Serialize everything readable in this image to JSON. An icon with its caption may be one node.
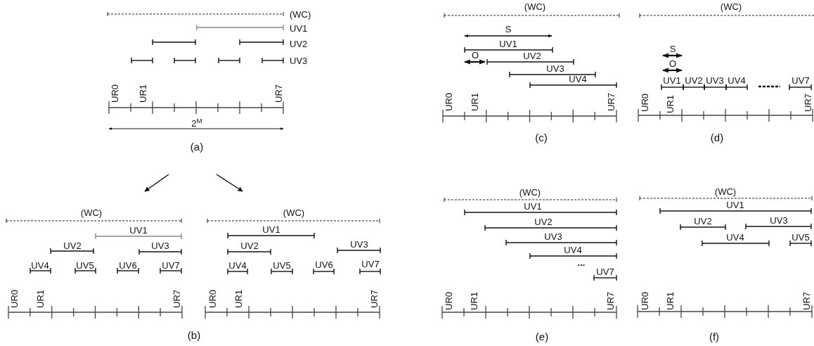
{
  "diagram": {
    "nodes": [
      {
        "text": [
          "(WC)",
          "UV1",
          "UV2",
          "UV3",
          "UR0",
          "UR1",
          "UR7",
          "2$^{M}$",
          "(a)"
        ]
      },
      {
        "text": [
          "(WC)",
          "UV1",
          "UV2",
          "UV3",
          "UV4",
          "UV5",
          "UV6",
          "UV7",
          "UR0",
          "UR1",
          "UR7"
        ]
      },
      {
        "text": [
          "(WC)",
          "UV1",
          "UV2",
          "UV3",
          "UV4",
          "UV5",
          "UV6",
          "UV7",
          "UR0",
          "UR1",
          "UR7"
        ]
      }
    ],
    "edges": [
      {
        "from": 0,
        "to": 1,
        "arrow": "to"
      },
      {
        "from": 0,
        "to": 2,
        "arrow": "to"
      }
    ],
    "labels": [
      "(WC)",
      "S",
      "UV1",
      "O",
      "UV2",
      "UV3",
      "UV4",
      "UR0",
      "UR1",
      "UR7",
      "(c)",
      "(WC)",
      "S",
      "O",
      "UV1",
      "UV2",
      "UV3",
      "UV4",
      "UV7",
      "UR0",
      "UR1",
      "UR7",
      "(d)",
      "(b)",
      "(WC)",
      "UV1",
      "UV2",
      "UV3",
      "UV4",
      "...",
      "UV7",
      "UR0",
      "UR1",
      "UR7",
      "(e)",
      "(WC)",
      "UV1",
      "UV2",
      "UV3",
      "UV4",
      "UV5",
      "UR0",
      "UR1",
      "UR7",
      "(f)"
    ]
  }
}
